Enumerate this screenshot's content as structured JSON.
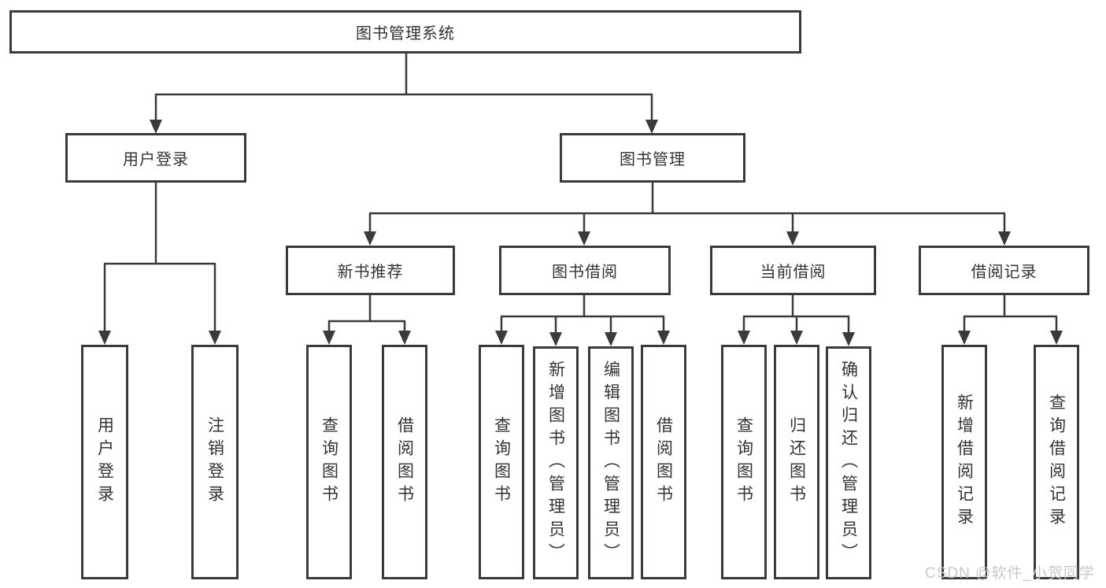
{
  "diagram": {
    "type": "hierarchy-tree",
    "orientation": "top-down",
    "colors": {
      "line": "#3a3a3a",
      "box_border": "#3a3a3a",
      "box_fill": "#ffffff",
      "text": "#333333",
      "background": "#ffffff",
      "watermark_text": "#c9c9c9"
    }
  },
  "tree": {
    "label": "图书管理系统",
    "children": [
      {
        "label": "用户登录",
        "children": [
          {
            "label": "用户登录"
          },
          {
            "label": "注销登录"
          }
        ]
      },
      {
        "label": "图书管理",
        "children": [
          {
            "label": "新书推荐",
            "children": [
              {
                "label": "查询图书"
              },
              {
                "label": "借阅图书"
              }
            ]
          },
          {
            "label": "图书借阅",
            "children": [
              {
                "label": "查询图书"
              },
              {
                "label": "新增图书（管理员）"
              },
              {
                "label": "编辑图书（管理员）"
              },
              {
                "label": "借阅图书"
              }
            ]
          },
          {
            "label": "当前借阅",
            "children": [
              {
                "label": "查询图书"
              },
              {
                "label": "归还图书"
              },
              {
                "label": "确认归还（管理员）"
              }
            ]
          },
          {
            "label": "借阅记录",
            "children": [
              {
                "label": "新增借阅记录"
              },
              {
                "label": "查询借阅记录"
              }
            ]
          }
        ]
      }
    ]
  },
  "watermark": {
    "text": "CSDN @软件_小贺同学"
  }
}
